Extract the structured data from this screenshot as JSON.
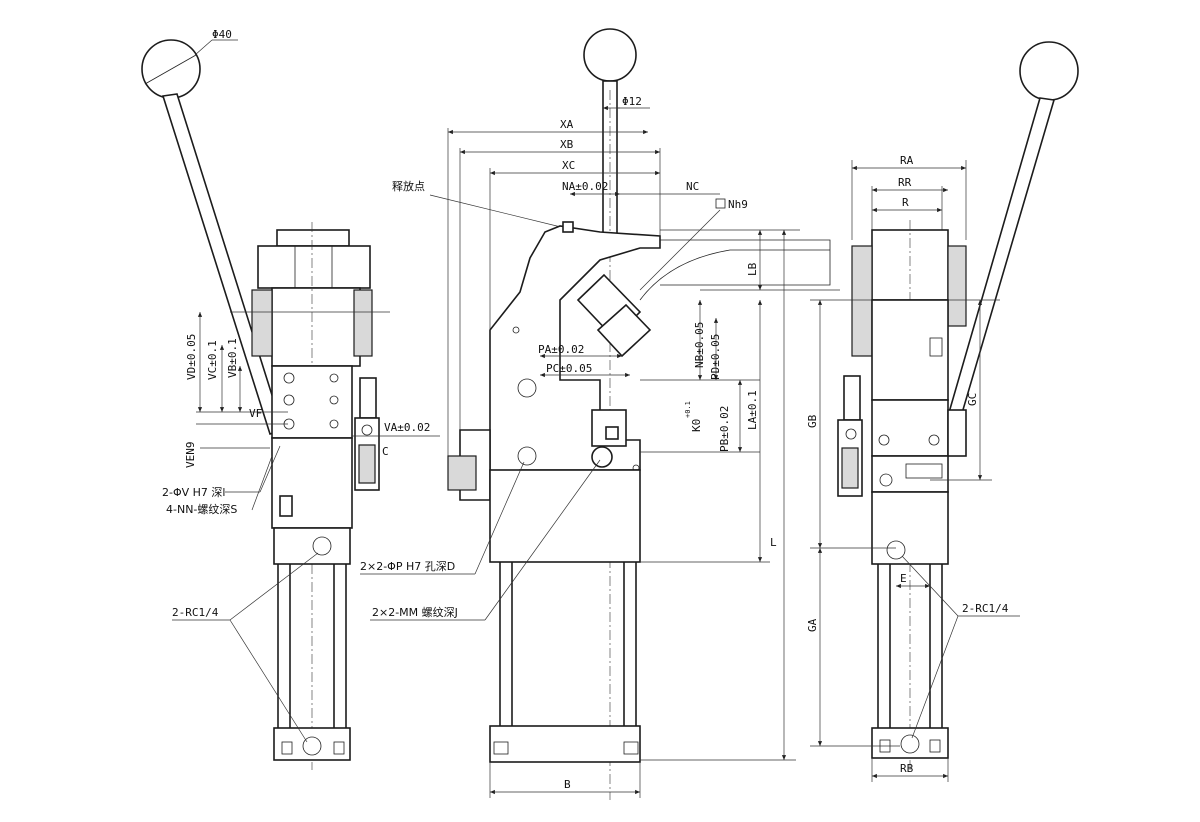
{
  "labels": {
    "phi40": "Φ40",
    "phi12": "Φ12",
    "xa": "XA",
    "xb": "XB",
    "xc": "XC",
    "na": "NA±0.02",
    "nc": "NC",
    "release": "释放点",
    "nh9": "Nh9",
    "lb": "LB",
    "pa": "PA±0.02",
    "pc": "PC±0.05",
    "nb": "NB±0.05",
    "pd": "PD±0.05",
    "k0": "K0",
    "k0tol": "+0.1",
    "k0tol0": "0",
    "pb": "PB±0.02",
    "la": "LA±0.1",
    "l": "L",
    "b": "B",
    "vd": "VD±0.05",
    "vc": "VC±0.1",
    "vb": "VB±0.1",
    "vf": "VF",
    "ven9": "VEN9",
    "va": "VA±0.02",
    "c": "C",
    "phiv": "2-ΦV H7 深l",
    "nn": "4-NN-螺纹深S",
    "rc_left": "2-RC1/4",
    "phip": "2×2-ΦP H7 孔深D",
    "mm": "2×2-MM 螺纹深J",
    "ra": "RA",
    "rr": "RR",
    "r": "R",
    "gb": "GB",
    "gc": "GC",
    "ga": "GA",
    "e": "E",
    "rc_right": "2-RC1/4",
    "rb": "RB"
  }
}
